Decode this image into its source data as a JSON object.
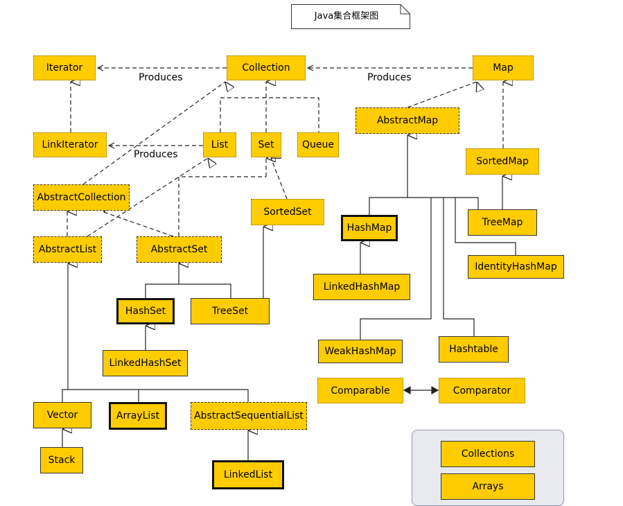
{
  "title": "Java集合框架图",
  "edge_labels": {
    "produces_1": "Produces",
    "produces_2": "Produces",
    "produces_3": "Produces"
  },
  "nodes": {
    "iterator": "Iterator",
    "collection": "Collection",
    "map": "Map",
    "link_iterator": "LinkIterator",
    "list": "List",
    "set": "Set",
    "queue": "Queue",
    "abstract_map": "AbstractMap",
    "sorted_map": "SortedMap",
    "abstract_collection": "AbstractCollection",
    "sorted_set": "SortedSet",
    "hash_map": "HashMap",
    "tree_map": "TreeMap",
    "abstract_list": "AbstractList",
    "abstract_set": "AbstractSet",
    "identity_hash_map": "IdentityHashMap",
    "linked_hash_map": "LinkedHashMap",
    "hash_set": "HashSet",
    "tree_set": "TreeSet",
    "weak_hash_map": "WeakHashMap",
    "hashtable": "Hashtable",
    "linked_hash_set": "LinkedHashSet",
    "comparable": "Comparable",
    "comparator": "Comparator",
    "vector": "Vector",
    "array_list": "ArrayList",
    "abstract_sequential_list": "AbstractSequentialList",
    "stack": "Stack",
    "linked_list": "LinkedList",
    "collections": "Collections",
    "arrays": "Arrays"
  },
  "colors": {
    "node_fill": "#ffcc00",
    "edge": "#222222",
    "panel_fill": "#e8eaf0"
  }
}
